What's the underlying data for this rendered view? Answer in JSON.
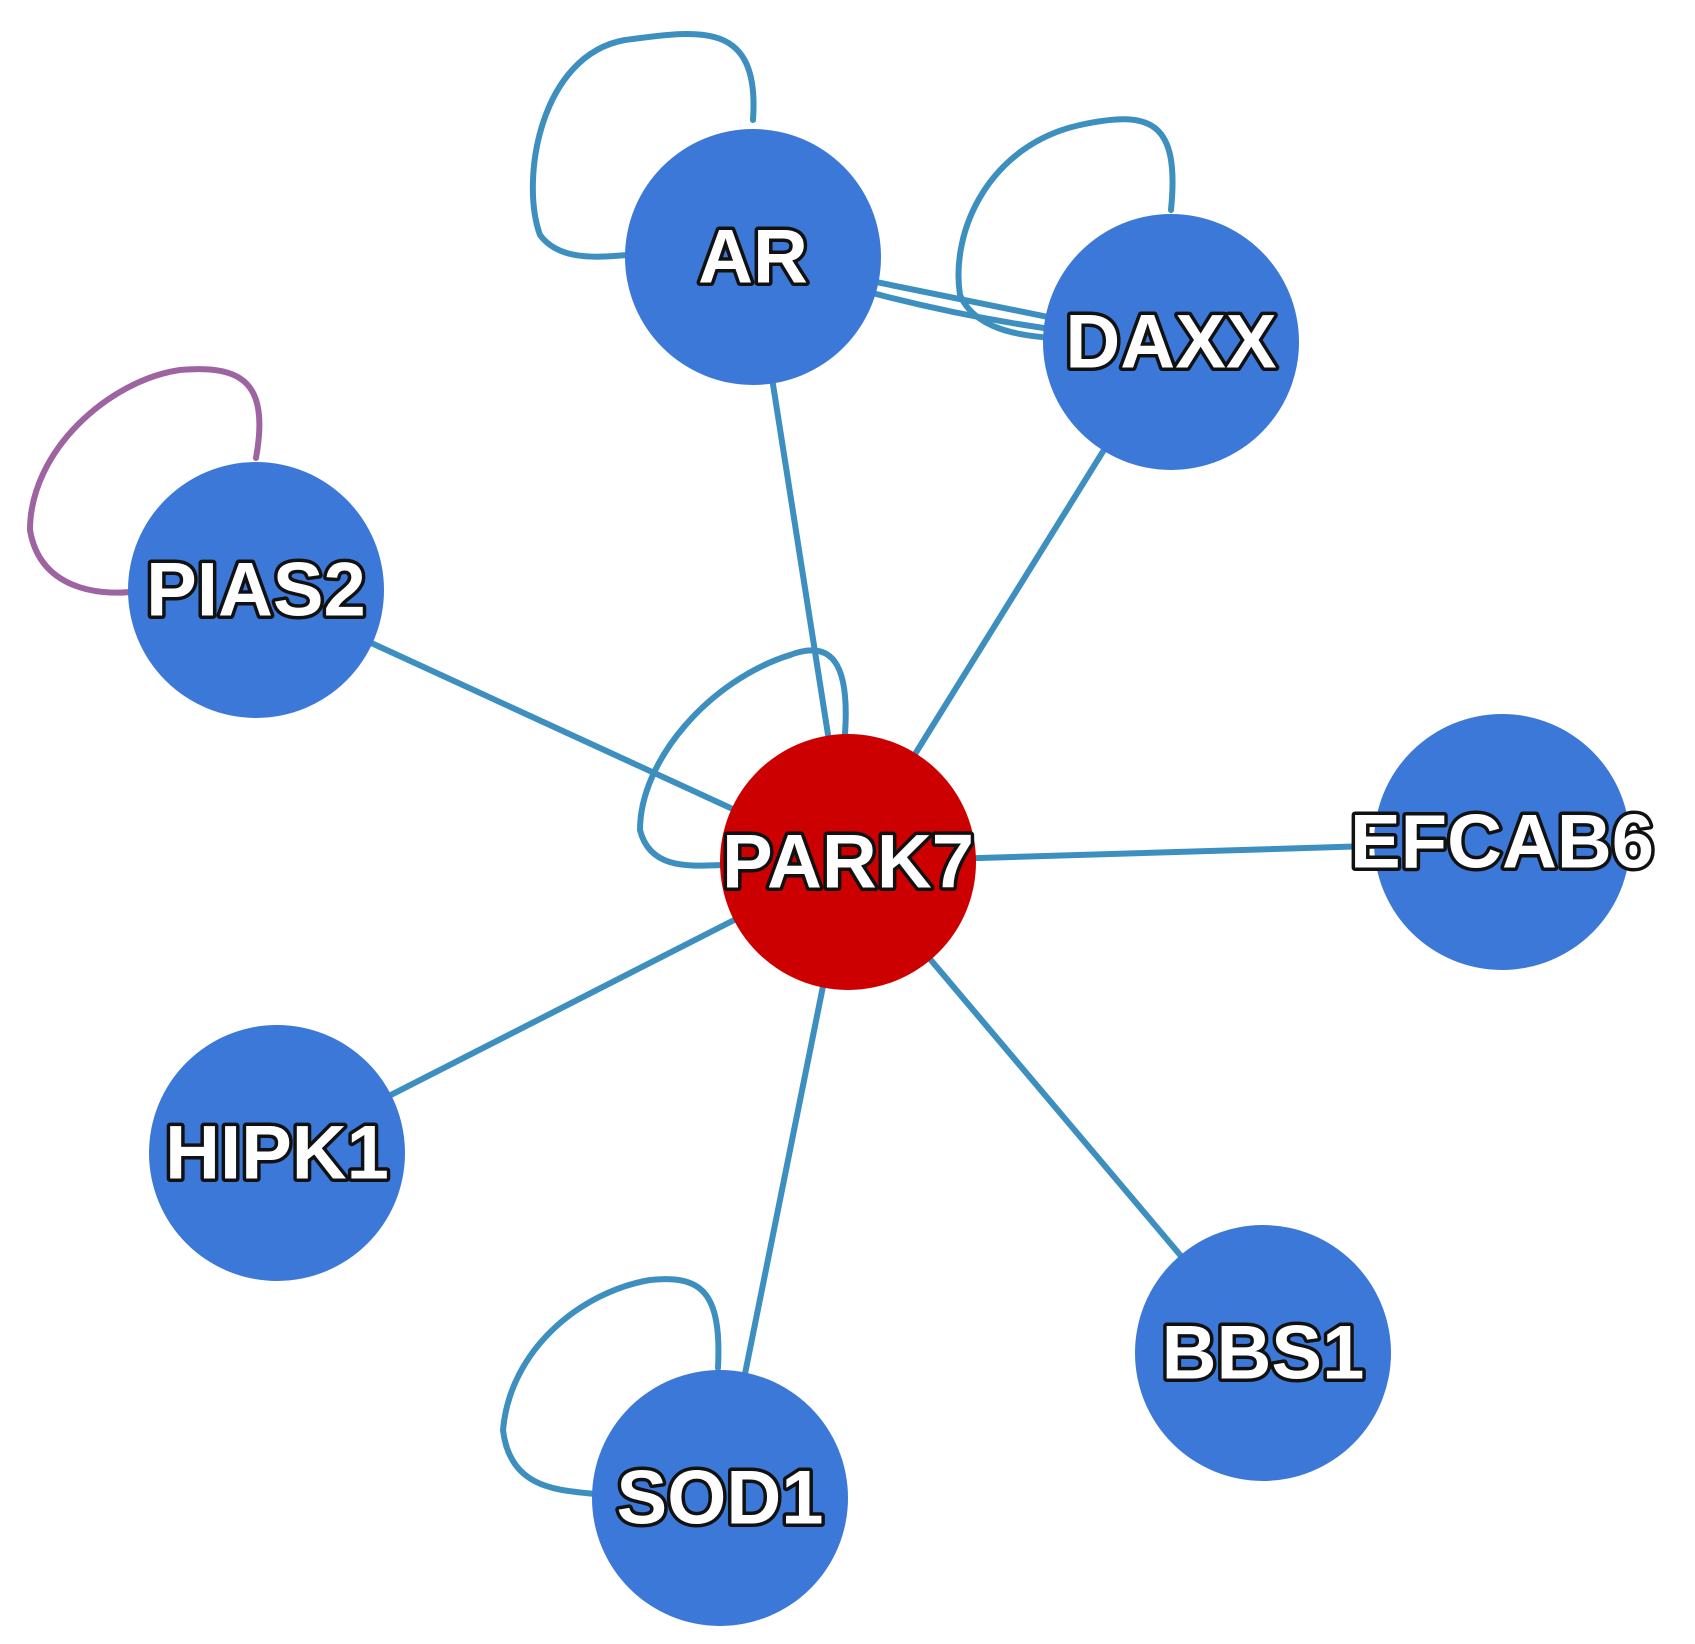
{
  "network": {
    "colors": {
      "default_node": "#3c78d8",
      "seed_node": "#cc0000",
      "edge": "#3d8fbf",
      "pias2_self_loop": "#9e63a1"
    },
    "nodes": [
      {
        "id": "PARK7",
        "label": "PARK7",
        "role": "seed"
      },
      {
        "id": "AR",
        "label": "AR",
        "role": "interactor"
      },
      {
        "id": "DAXX",
        "label": "DAXX",
        "role": "interactor"
      },
      {
        "id": "PIAS2",
        "label": "PIAS2",
        "role": "interactor"
      },
      {
        "id": "EFCAB6",
        "label": "EFCAB6",
        "role": "interactor"
      },
      {
        "id": "HIPK1",
        "label": "HIPK1",
        "role": "interactor"
      },
      {
        "id": "SOD1",
        "label": "SOD1",
        "role": "interactor"
      },
      {
        "id": "BBS1",
        "label": "BBS1",
        "role": "interactor"
      }
    ],
    "edges": [
      {
        "source": "PARK7",
        "target": "AR"
      },
      {
        "source": "PARK7",
        "target": "DAXX"
      },
      {
        "source": "PARK7",
        "target": "PIAS2"
      },
      {
        "source": "PARK7",
        "target": "EFCAB6"
      },
      {
        "source": "PARK7",
        "target": "HIPK1"
      },
      {
        "source": "PARK7",
        "target": "SOD1"
      },
      {
        "source": "PARK7",
        "target": "BBS1"
      },
      {
        "source": "AR",
        "target": "DAXX"
      },
      {
        "source": "AR",
        "target": "DAXX"
      }
    ],
    "self_loops": [
      {
        "node": "AR"
      },
      {
        "node": "DAXX"
      },
      {
        "node": "PIAS2",
        "color_key": "pias2_self_loop"
      },
      {
        "node": "PARK7"
      },
      {
        "node": "SOD1"
      }
    ]
  }
}
